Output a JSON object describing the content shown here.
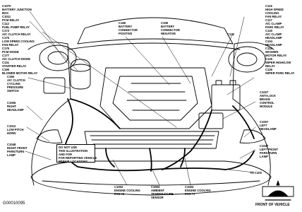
{
  "labels": {
    "left_top": [
      "C1070",
      "BATTERY JUNCTION",
      "BOX",
      "C1011",
      "PCM RELAY",
      "C112",
      "FUEL PUMP RELAY",
      "C173",
      "A/C CLUTCH RELAY",
      "C175",
      "LOW SPEED COOLING",
      "FAN RELAY",
      "C176",
      "PCM DIODE",
      "C177",
      "A/C CLUTCH DIODE",
      "C131",
      "STARTER RELAY",
      "C156",
      "BLOWER MOTOR RELAY"
    ],
    "left_mid": [
      "C166",
      "A/C CLUTCH",
      "CYCLING",
      "PRESSURE",
      "SWITCH"
    ],
    "c1006": [
      "C1006",
      "RIGHT",
      "HEADLAMP"
    ],
    "c1012": [
      "C1012",
      "LOW PITCH",
      "HORN"
    ],
    "c1048": [
      "C1048",
      "RIGHT FRONT",
      "PARK/TURN",
      "LAMP"
    ],
    "c168": [
      "C168",
      "BATTERY",
      "CONNECTOR",
      "POSITIVE"
    ],
    "c108": [
      "C108",
      "BATTERY",
      "CONNECTOR",
      "NEGATIVE"
    ],
    "c130": [
      "C130"
    ],
    "right_top": [
      "C115",
      "HIGH SPEED",
      "COOLING",
      "FAN RELAY",
      "C117",
      "A/C CLAMP",
      "PARK RELAY",
      "C120",
      "A/C CLAMP",
      "HEADLAMP",
      "C104",
      "HEADLAMP",
      "C118",
      "WASHER",
      "MOTOR RELAY",
      "C125",
      "WIPER HIGH/LOW",
      "RELAY",
      "C126",
      "WIPER PARK RELAY"
    ],
    "c1027": [
      "C1027",
      "ANTI-LOCK",
      "BRAKE",
      "CONTROL",
      "MODULE"
    ],
    "c1007": [
      "C1007",
      "LEFT",
      "HEADLAMP"
    ],
    "c1047": [
      "C1047",
      "LEFT FRONT",
      "PARK/TURN",
      "LAMP"
    ],
    "c1000": [
      "TO C100"
    ],
    "c1002": [
      "C1002",
      "ENGINE COOLING",
      "FAN #2"
    ],
    "c1004": [
      "C1004",
      "AMBIENT",
      "TEMPERATURE",
      "SENSOR"
    ],
    "c1003": [
      "C1003",
      "ENGINE COOLING",
      "FAN #1"
    ]
  },
  "note": [
    "DO NOT USE",
    "THIS ILLUSTRATION",
    "AND FOR",
    "FOR REPORTING VEHICLE",
    "REPAIR LOCATIONS"
  ],
  "front_label": "FRONT OF VEHICLE",
  "footer_id": "G00010095"
}
